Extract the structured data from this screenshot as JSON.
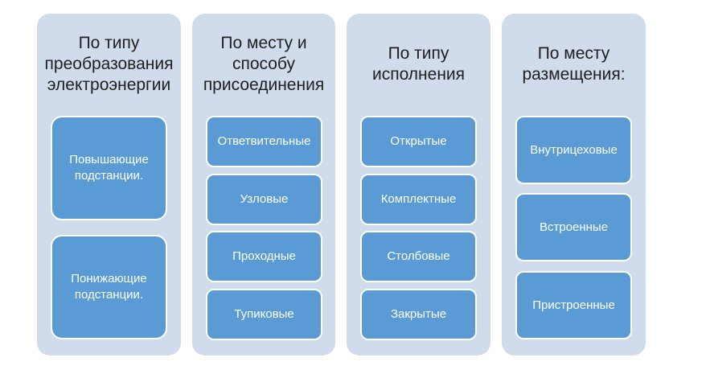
{
  "columns": [
    {
      "title": "По типу\nпреобразования\nэлектроэнергии",
      "items": [
        "Повышающие\nподстанции.",
        "Понижающие\nподстанции."
      ]
    },
    {
      "title": "По месту и\nспособу\nприсоединения",
      "items": [
        "Ответвительные",
        "Узловые",
        "Проходные",
        "Тупиковые"
      ]
    },
    {
      "title": "По типу\nисполнения",
      "items": [
        "Открытые",
        "Комплектные",
        "Столбовые",
        "Закрытые"
      ]
    },
    {
      "title": "По месту\nразмещения:",
      "items": [
        "Внутрицеховые",
        "Встроенные",
        "Пристроенные"
      ]
    }
  ],
  "colors": {
    "column_bg": "#d0dbec",
    "box_bg": "#5b9bd5",
    "box_text": "#ffffff"
  }
}
